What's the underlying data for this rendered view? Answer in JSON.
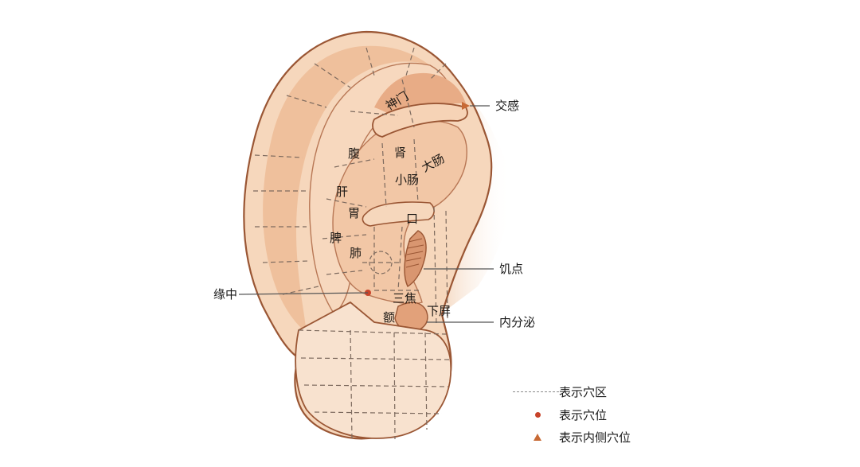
{
  "regions": [
    {
      "key": "shenmen",
      "text": "神门"
    },
    {
      "key": "fu",
      "text": "腹"
    },
    {
      "key": "shen",
      "text": "肾"
    },
    {
      "key": "dachang",
      "text": "大肠"
    },
    {
      "key": "xiaochang",
      "text": "小肠"
    },
    {
      "key": "gan",
      "text": "肝"
    },
    {
      "key": "wei",
      "text": "胃"
    },
    {
      "key": "kou",
      "text": "口"
    },
    {
      "key": "pi",
      "text": "脾"
    },
    {
      "key": "fei",
      "text": "肺"
    },
    {
      "key": "sanjiao",
      "text": "三焦"
    },
    {
      "key": "xiaping",
      "text": "下屏"
    },
    {
      "key": "e",
      "text": "额"
    }
  ],
  "callouts": {
    "jiaogan": "交感",
    "jidian": "饥点",
    "yuanzhong": "缘中",
    "neifenmi": "内分泌"
  },
  "legend": {
    "area": "表示穴区",
    "point": "表示穴位",
    "inner": "表示内侧穴位"
  },
  "colors": {
    "skin_light": "#f7d9bf",
    "skin_mid": "#efbf9a",
    "skin_dark": "#dd9b74",
    "outline": "#8a4a2c",
    "dash": "#7d6a5e",
    "point": "#c8432a",
    "inner_point": "#c86a35",
    "leader": "#555555"
  }
}
